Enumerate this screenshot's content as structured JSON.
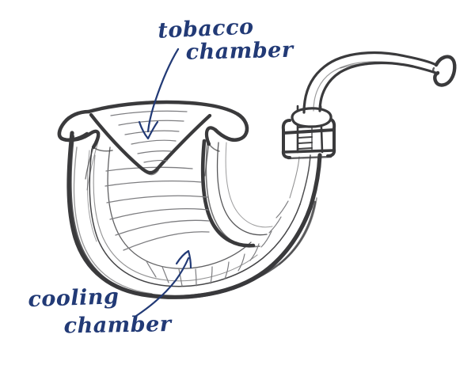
{
  "diagram": {
    "title": "Tobacco pipe cutaway sketch",
    "subject": "smoking pipe",
    "style": "hand-drawn ink sketch",
    "background_color": "#ffffff",
    "ink_color": "#3a3a3c",
    "hatch_color": "#7d7d80",
    "annotation_color": "#223a76"
  },
  "annotations": [
    {
      "id": "tobacco-chamber",
      "line1": "tobacco",
      "line2": "chamber",
      "color": "#223a76",
      "points_to": "bowl interior (top cone cavity)"
    },
    {
      "id": "cooling-chamber",
      "line1": "cooling",
      "line2": "chamber",
      "color": "#223a76",
      "points_to": "lower U-shaped gourd cavity"
    }
  ],
  "parts": [
    {
      "id": "bowl-rim",
      "name": "flared bowl rim"
    },
    {
      "id": "tobacco-cone",
      "name": "conical tobacco chamber"
    },
    {
      "id": "gourd-body",
      "name": "U-shaped cooling chamber body"
    },
    {
      "id": "ferrule",
      "name": "threaded ferrule / collar"
    },
    {
      "id": "ring",
      "name": "stem ring"
    },
    {
      "id": "stem",
      "name": "curved stem"
    },
    {
      "id": "mouthpiece",
      "name": "mouthpiece bit"
    }
  ]
}
